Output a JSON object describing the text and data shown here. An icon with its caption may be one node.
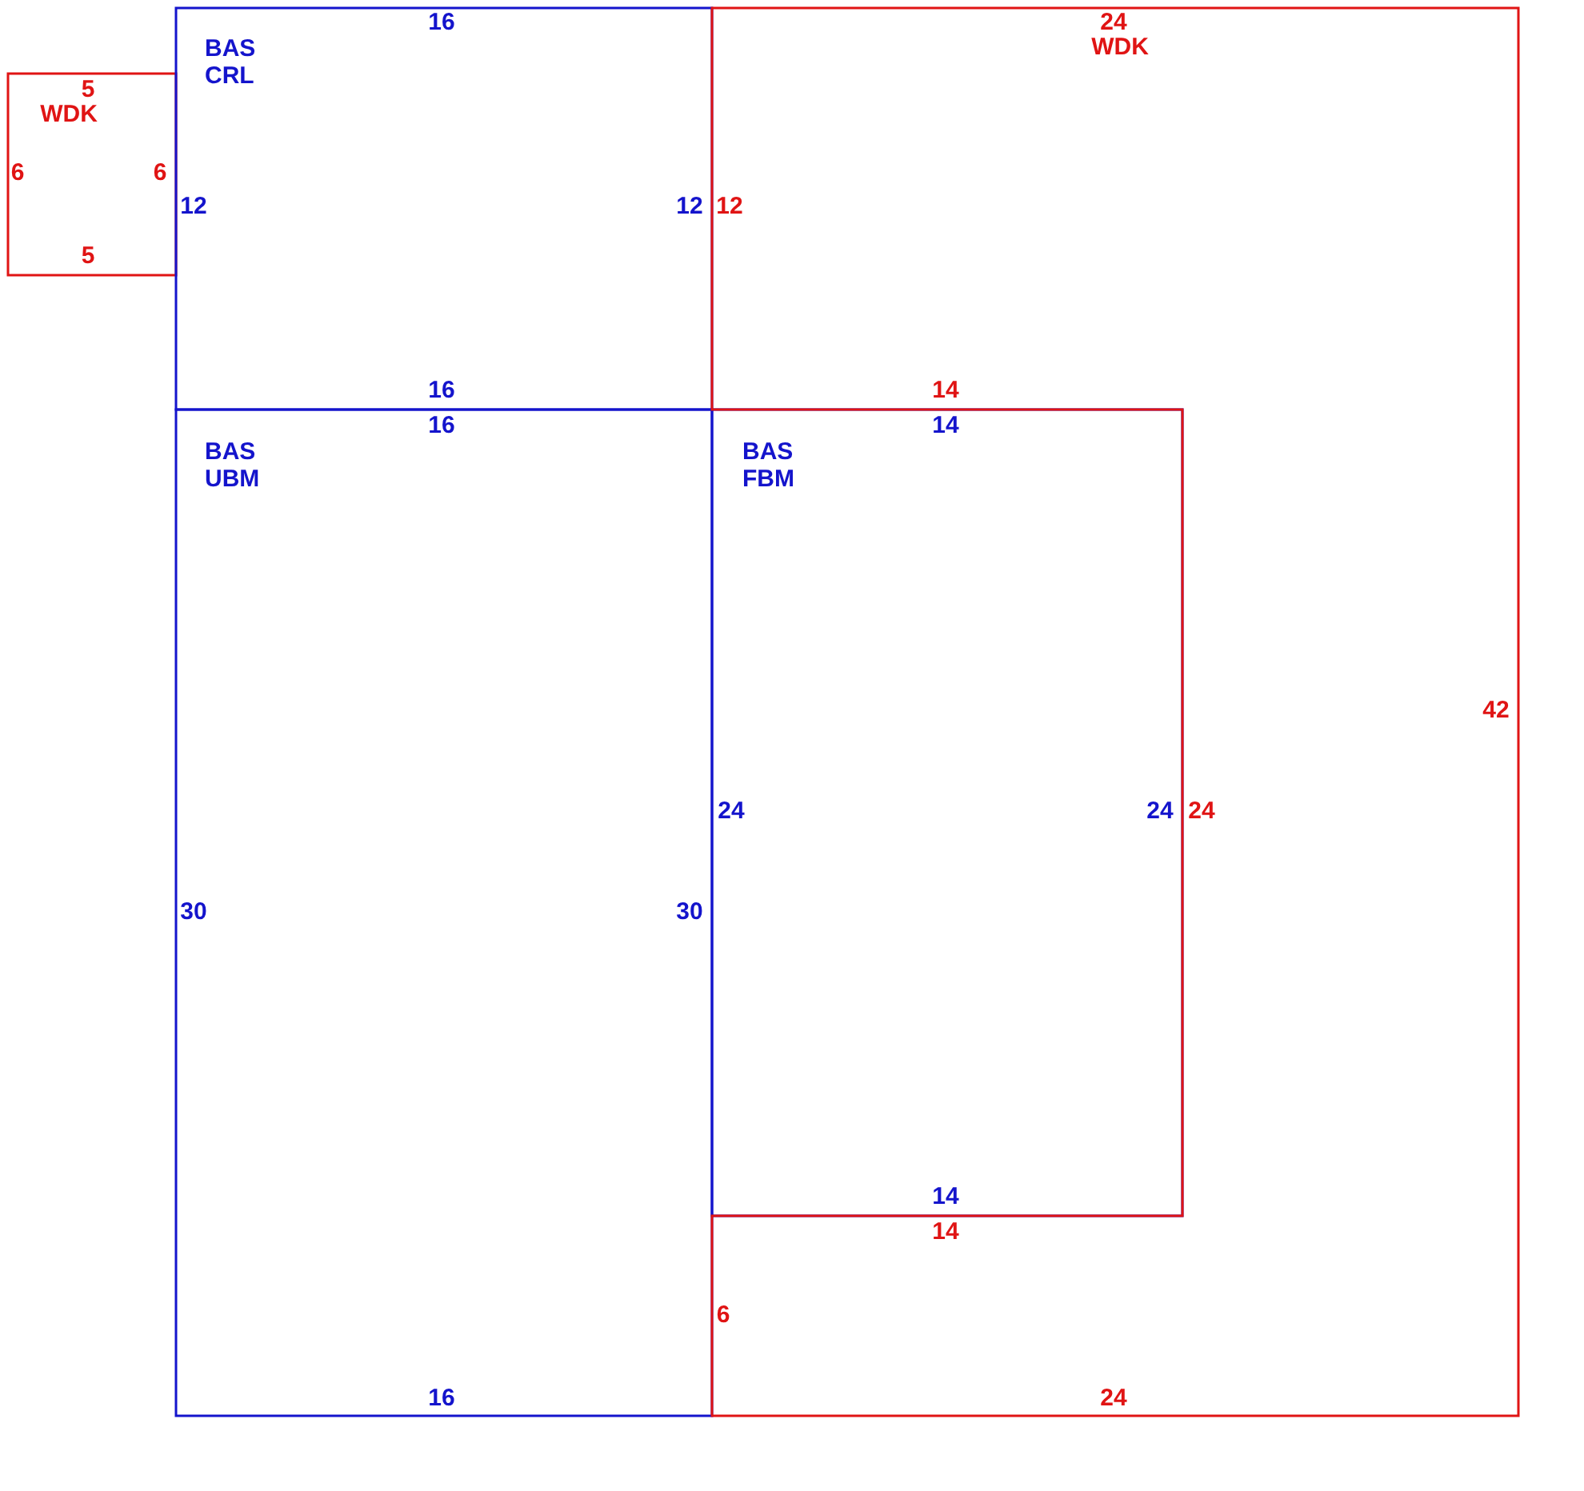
{
  "diagram": {
    "nodes": [
      {
        "text": [
          "WDK"
        ]
      },
      {
        "text": [
          "BAS CRL"
        ]
      },
      {
        "text": [
          "WDK"
        ]
      },
      {
        "text": [
          "BAS UBM"
        ]
      },
      {
        "text": [
          "BAS FBM"
        ]
      }
    ],
    "labels": [
      "16",
      "24",
      "5",
      "6",
      "6",
      "12",
      "12",
      "12",
      "5",
      "16",
      "14",
      "16",
      "14",
      "42",
      "24",
      "24",
      "24",
      "30",
      "30",
      "14",
      "14",
      "6",
      "16",
      "24"
    ]
  }
}
